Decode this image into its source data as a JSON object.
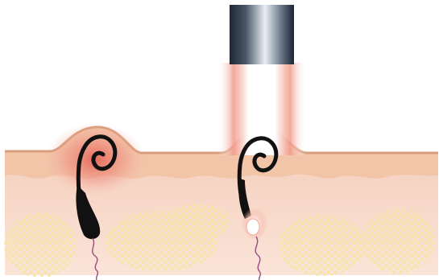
{
  "diagram": {
    "panels": [
      {
        "state": "before-treatment",
        "laser_on": false
      },
      {
        "state": "during-treatment",
        "laser_on": true
      }
    ],
    "structures": [
      "skin-surface",
      "epidermis",
      "dermis",
      "fat-cells",
      "ingrown-hair",
      "hair-bulb",
      "nerve"
    ],
    "colors": {
      "background": "#ffffff",
      "epidermis": "#f3c7ad",
      "dermis": "#f9ddd0",
      "dermis_deep": "#f4cfbf",
      "inflammation": "#e86a5c",
      "hair": "#111111",
      "fat_cells": "#f3e7a4",
      "laser_beam": "#f1a191",
      "probe_dark": "#2b3442",
      "probe_light": "#dfe6ef"
    }
  }
}
